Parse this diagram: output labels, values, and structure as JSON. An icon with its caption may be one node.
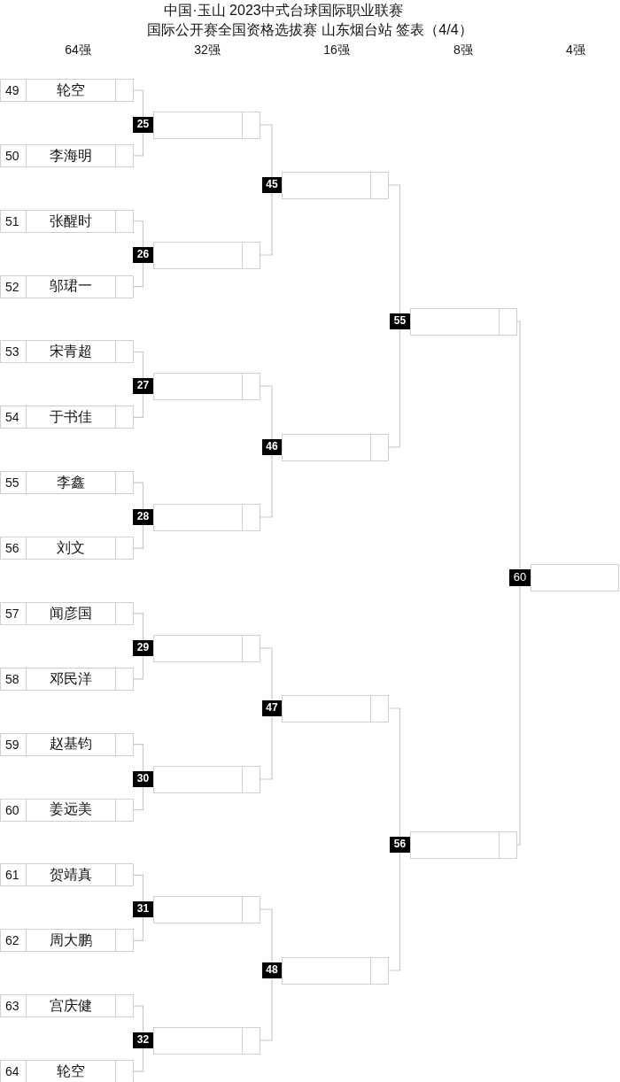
{
  "diagram": {
    "title": "中国·玉山 2023中式台球国际职业联赛",
    "nodes": [
      {
        "text": [
          "49",
          "轮空"
        ]
      },
      {
        "text": [
          "50",
          "李海明"
        ]
      },
      {
        "text": [
          "51",
          "张醒时"
        ]
      },
      {
        "text": [
          "52",
          "邬珺一"
        ]
      },
      {
        "text": [
          "53",
          "宋青超"
        ]
      },
      {
        "text": [
          "54",
          "于书佳"
        ]
      },
      {
        "text": [
          "55",
          "李鑫"
        ]
      },
      {
        "text": [
          "56",
          "刘文"
        ]
      },
      {
        "text": [
          "57",
          "闻彦国"
        ]
      },
      {
        "text": [
          "58",
          "邓民洋"
        ]
      },
      {
        "text": [
          "59",
          "赵基钧"
        ]
      },
      {
        "text": [
          "60",
          "姜远美"
        ]
      },
      {
        "text": [
          "61",
          "贺靖真"
        ]
      },
      {
        "text": [
          "62",
          "周大鹏"
        ]
      },
      {
        "text": [
          "63",
          "宫庆健"
        ]
      },
      {
        "text": [
          "64",
          "轮空"
        ]
      },
      {
        "text": [
          "25"
        ]
      },
      {
        "text": [
          "26"
        ]
      },
      {
        "text": [
          "27"
        ]
      },
      {
        "text": [
          "28"
        ]
      },
      {
        "text": [
          "29"
        ]
      },
      {
        "text": [
          "30"
        ]
      },
      {
        "text": [
          "31"
        ]
      },
      {
        "text": [
          "32"
        ]
      },
      {
        "text": [
          "45"
        ]
      },
      {
        "text": [
          "46"
        ]
      },
      {
        "text": [
          "47"
        ]
      },
      {
        "text": [
          "48"
        ]
      },
      {
        "text": [
          "55"
        ]
      },
      {
        "text": [
          "56"
        ]
      },
      {
        "text": [
          "60"
        ]
      }
    ],
    "edges": [
      {
        "from": 0,
        "to": 16,
        "arrow": "none"
      },
      {
        "from": 1,
        "to": 16,
        "arrow": "none"
      },
      {
        "from": 2,
        "to": 17,
        "arrow": "none"
      },
      {
        "from": 3,
        "to": 17,
        "arrow": "none"
      },
      {
        "from": 4,
        "to": 18,
        "arrow": "none"
      },
      {
        "from": 5,
        "to": 18,
        "arrow": "none"
      },
      {
        "from": 6,
        "to": 19,
        "arrow": "none"
      },
      {
        "from": 7,
        "to": 19,
        "arrow": "none"
      },
      {
        "from": 8,
        "to": 20,
        "arrow": "none"
      },
      {
        "from": 9,
        "to": 20,
        "arrow": "none"
      },
      {
        "from": 10,
        "to": 21,
        "arrow": "none"
      },
      {
        "from": 11,
        "to": 21,
        "arrow": "none"
      },
      {
        "from": 12,
        "to": 22,
        "arrow": "none"
      },
      {
        "from": 13,
        "to": 22,
        "arrow": "none"
      },
      {
        "from": 14,
        "to": 23,
        "arrow": "none"
      },
      {
        "from": 15,
        "to": 23,
        "arrow": "none"
      },
      {
        "from": 16,
        "to": 24,
        "arrow": "none"
      },
      {
        "from": 17,
        "to": 24,
        "arrow": "none"
      },
      {
        "from": 18,
        "to": 25,
        "arrow": "none"
      },
      {
        "from": 19,
        "to": 25,
        "arrow": "none"
      },
      {
        "from": 20,
        "to": 26,
        "arrow": "none"
      },
      {
        "from": 21,
        "to": 26,
        "arrow": "none"
      },
      {
        "from": 22,
        "to": 27,
        "arrow": "none"
      },
      {
        "from": 23,
        "to": 27,
        "arrow": "none"
      },
      {
        "from": 24,
        "to": 28,
        "arrow": "none"
      },
      {
        "from": 25,
        "to": 28,
        "arrow": "none"
      },
      {
        "from": 26,
        "to": 29,
        "arrow": "none"
      },
      {
        "from": 27,
        "to": 29,
        "arrow": "none"
      },
      {
        "from": 28,
        "to": 30,
        "arrow": "none"
      },
      {
        "from": 29,
        "to": 30,
        "arrow": "none"
      }
    ],
    "labels": [
      "国际公开赛全国资格选拔赛 山东烟台站 签表（4/4）",
      "64强",
      "32强",
      "16强",
      "8强",
      "4强"
    ]
  }
}
